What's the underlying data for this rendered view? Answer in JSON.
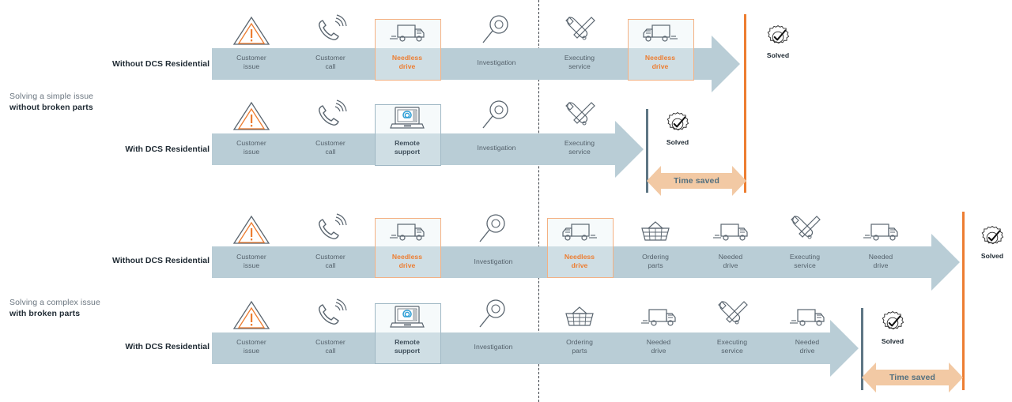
{
  "sections": [
    {
      "id": "simple",
      "caption_line1": "Solving a simple issue",
      "caption_line2": "without broken parts",
      "rows": [
        {
          "id": "simple-without",
          "label": "Without DCS Residential",
          "steps": [
            {
              "caption": "Customer\nissue",
              "icon": "warning-triangle-icon",
              "style": "plain"
            },
            {
              "caption": "Customer\ncall",
              "icon": "phone-ringing-icon",
              "style": "plain"
            },
            {
              "caption": "Needless\ndrive",
              "icon": "truck-left-icon",
              "style": "highlight-orange"
            },
            {
              "caption": "Investigation",
              "icon": "magnifier-icon",
              "style": "plain"
            },
            {
              "caption": "Executing\nservice",
              "icon": "wrench-screwdriver-icon",
              "style": "plain"
            },
            {
              "caption": "Needless\ndrive",
              "icon": "truck-right-icon",
              "style": "highlight-orange"
            }
          ],
          "end_marker": {
            "label": "Solved",
            "icon": "solved-gear-check-icon"
          }
        },
        {
          "id": "simple-with",
          "label": "With DCS Residential",
          "steps": [
            {
              "caption": "Customer\nissue",
              "icon": "warning-triangle-icon",
              "style": "plain"
            },
            {
              "caption": "Customer\ncall",
              "icon": "phone-ringing-icon",
              "style": "plain"
            },
            {
              "caption": "Remote\nsupport",
              "icon": "laptop-remote-support-icon",
              "style": "highlight-blue"
            },
            {
              "caption": "Investigation",
              "icon": "magnifier-icon",
              "style": "plain"
            },
            {
              "caption": "Executing\nservice",
              "icon": "wrench-screwdriver-icon",
              "style": "plain"
            }
          ],
          "end_marker": {
            "label": "Solved",
            "icon": "solved-gear-check-icon"
          },
          "time_saved_label": "Time saved"
        }
      ]
    },
    {
      "id": "complex",
      "caption_line1": "Solving a complex issue",
      "caption_line2": "with broken parts",
      "rows": [
        {
          "id": "complex-without",
          "label": "Without DCS Residential",
          "steps": [
            {
              "caption": "Customer\nissue",
              "icon": "warning-triangle-icon",
              "style": "plain"
            },
            {
              "caption": "Customer\ncall",
              "icon": "phone-ringing-icon",
              "style": "plain"
            },
            {
              "caption": "Needless\ndrive",
              "icon": "truck-left-icon",
              "style": "highlight-orange"
            },
            {
              "caption": "Investigation",
              "icon": "magnifier-icon",
              "style": "plain"
            },
            {
              "caption": "Needless\ndrive",
              "icon": "truck-right-icon",
              "style": "highlight-orange"
            },
            {
              "caption": "Ordering\nparts",
              "icon": "basket-icon",
              "style": "plain"
            },
            {
              "caption": "Needed\ndrive",
              "icon": "truck-left-icon",
              "style": "plain"
            },
            {
              "caption": "Executing\nservice",
              "icon": "wrench-screwdriver-icon",
              "style": "plain"
            },
            {
              "caption": "Needed\ndrive",
              "icon": "truck-left-icon",
              "style": "plain"
            }
          ],
          "end_marker": {
            "label": "Solved",
            "icon": "solved-gear-check-icon"
          }
        },
        {
          "id": "complex-with",
          "label": "With DCS Residential",
          "steps": [
            {
              "caption": "Customer\nissue",
              "icon": "warning-triangle-icon",
              "style": "plain"
            },
            {
              "caption": "Customer\ncall",
              "icon": "phone-ringing-icon",
              "style": "plain"
            },
            {
              "caption": "Remote\nsupport",
              "icon": "laptop-remote-support-icon",
              "style": "highlight-blue"
            },
            {
              "caption": "Investigation",
              "icon": "magnifier-icon",
              "style": "plain"
            },
            {
              "caption": "Ordering\nparts",
              "icon": "basket-icon",
              "style": "plain"
            },
            {
              "caption": "Needed\ndrive",
              "icon": "truck-left-icon",
              "style": "plain"
            },
            {
              "caption": "Executing\nservice",
              "icon": "wrench-screwdriver-icon",
              "style": "plain"
            },
            {
              "caption": "Needed\ndrive",
              "icon": "truck-left-icon",
              "style": "plain"
            }
          ],
          "end_marker": {
            "label": "Solved",
            "icon": "solved-gear-check-icon"
          },
          "time_saved_label": "Time saved"
        }
      ]
    }
  ],
  "colors": {
    "band": "#b9cdd6",
    "highlight_orange": "#ed7d31",
    "highlight_box_orange": "#f4b183",
    "highlight_box_blue": "#9fb7c4",
    "time_saved_arrow": "#f2c9a4",
    "time_saved_text": "#53707f",
    "caption_text": "#54616b",
    "divider_dashed": "#3c4148",
    "end_rule_orange": "#ed7d31",
    "end_rule_blue": "#5e7684"
  }
}
